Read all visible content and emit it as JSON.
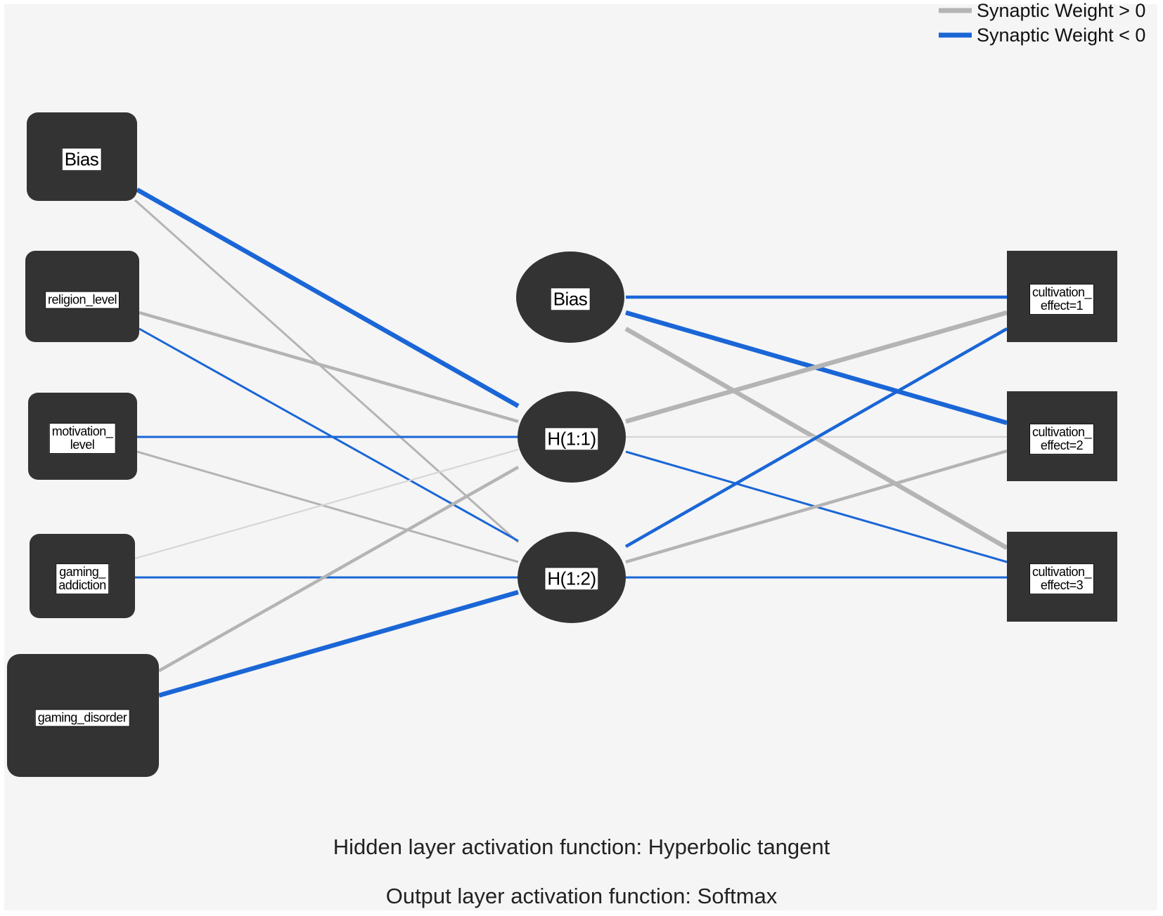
{
  "legend": {
    "positive_label": "Synaptic Weight > 0",
    "negative_label": "Synaptic Weight < 0",
    "positive_color": "#b4b4b4",
    "negative_color": "#1a66d6"
  },
  "nodes": {
    "input_bias": "Bias",
    "religion_level": "religion_level",
    "motivation_level": "motivation_\nlevel",
    "gaming_addiction": "gaming_\naddiction",
    "gaming_disorder": "gaming_disorder",
    "hidden_bias": "Bias",
    "h11": "H(1:1)",
    "h12": "H(1:2)",
    "out1": "cultivation_\neffect=1",
    "out2": "cultivation_\neffect=2",
    "out3": "cultivation_\neffect=3"
  },
  "connections": [
    {
      "from": "input_bias",
      "to": "h11",
      "sign": "negative",
      "strength": "strong"
    },
    {
      "from": "input_bias",
      "to": "h12",
      "sign": "positive",
      "strength": "weak"
    },
    {
      "from": "religion_level",
      "to": "h11",
      "sign": "positive",
      "strength": "medium"
    },
    {
      "from": "religion_level",
      "to": "h12",
      "sign": "negative",
      "strength": "weak"
    },
    {
      "from": "motivation_level",
      "to": "h11",
      "sign": "negative",
      "strength": "weak"
    },
    {
      "from": "motivation_level",
      "to": "h12",
      "sign": "positive",
      "strength": "weak"
    },
    {
      "from": "gaming_addiction",
      "to": "h11",
      "sign": "positive",
      "strength": "faint"
    },
    {
      "from": "gaming_addiction",
      "to": "h12",
      "sign": "negative",
      "strength": "weak"
    },
    {
      "from": "gaming_disorder",
      "to": "h11",
      "sign": "positive",
      "strength": "medium"
    },
    {
      "from": "gaming_disorder",
      "to": "h12",
      "sign": "negative",
      "strength": "strong"
    },
    {
      "from": "hidden_bias",
      "to": "out1",
      "sign": "negative",
      "strength": "medium"
    },
    {
      "from": "hidden_bias",
      "to": "out2",
      "sign": "negative",
      "strength": "strong"
    },
    {
      "from": "hidden_bias",
      "to": "out3",
      "sign": "positive",
      "strength": "strong"
    },
    {
      "from": "h11",
      "to": "out1",
      "sign": "positive",
      "strength": "strong"
    },
    {
      "from": "h11",
      "to": "out2",
      "sign": "positive",
      "strength": "faint"
    },
    {
      "from": "h11",
      "to": "out3",
      "sign": "negative",
      "strength": "weak"
    },
    {
      "from": "h12",
      "to": "out1",
      "sign": "negative",
      "strength": "medium"
    },
    {
      "from": "h12",
      "to": "out2",
      "sign": "positive",
      "strength": "medium"
    },
    {
      "from": "h12",
      "to": "out3",
      "sign": "negative",
      "strength": "weak"
    }
  ],
  "captions": {
    "hidden": "Hidden layer activation function: Hyperbolic tangent",
    "output": "Output layer activation function: Softmax"
  }
}
